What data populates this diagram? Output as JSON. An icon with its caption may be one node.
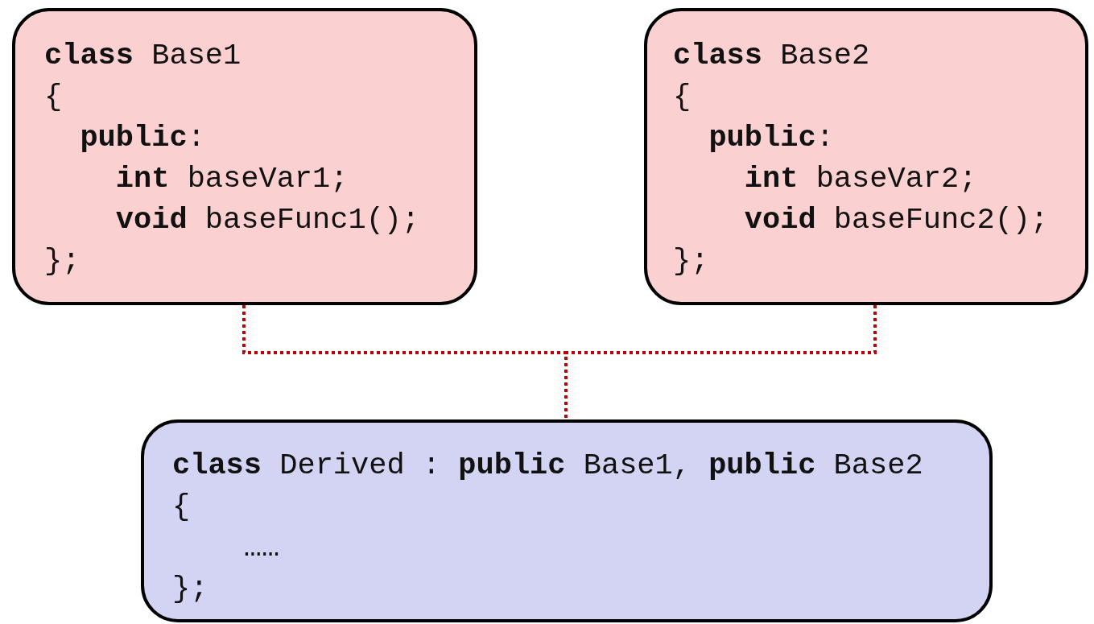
{
  "diagram": {
    "nodes": [
      {
        "text": [
          "**class** Base1",
          "{",
          "**public**:",
          "**int** baseVar1;",
          "**void** baseFunc1();",
          "};"
        ]
      },
      {
        "text": [
          "**class** Base2",
          "{",
          "**public**:",
          "**int** baseVar2;",
          "**void** baseFunc2();",
          "};"
        ]
      },
      {
        "text": [
          "**class** Derived : **public** Base1, **public** Base2",
          "{",
          "……",
          "};"
        ]
      }
    ],
    "edges": [
      {
        "from": 0,
        "to": 2,
        "arrow": "none",
        "style": "dashed",
        "color": "#c00000"
      },
      {
        "from": 1,
        "to": 2,
        "arrow": "none",
        "style": "dashed",
        "color": "#c00000"
      }
    ]
  }
}
